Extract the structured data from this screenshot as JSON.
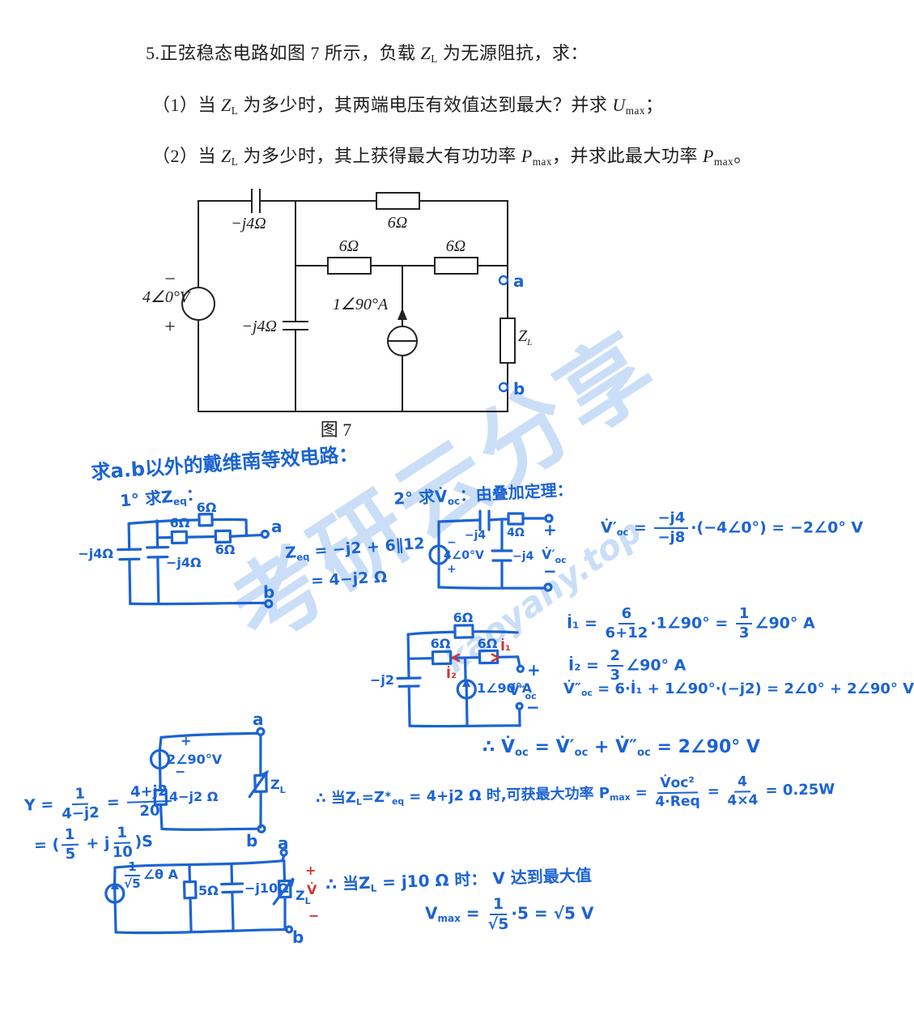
{
  "problem": {
    "line1": [
      {
        "k": "t",
        "v": "5.正弦稳态电路如图 7 所示，负载 "
      },
      {
        "k": "i",
        "v": "Z"
      },
      {
        "k": "sub",
        "v": "L"
      },
      {
        "k": "t",
        "v": " 为无源阻抗，求："
      }
    ],
    "line2": [
      {
        "k": "t",
        "v": "（1）当 "
      },
      {
        "k": "i",
        "v": "Z"
      },
      {
        "k": "sub",
        "v": "L"
      },
      {
        "k": "t",
        "v": " 为多少时，其两端电压有效值达到最大？并求 "
      },
      {
        "k": "i",
        "v": "U"
      },
      {
        "k": "sub",
        "v": "max"
      },
      {
        "k": "t",
        "v": "；"
      }
    ],
    "line3": [
      {
        "k": "t",
        "v": "（2）当 "
      },
      {
        "k": "i",
        "v": "Z"
      },
      {
        "k": "sub",
        "v": "L"
      },
      {
        "k": "t",
        "v": " 为多少时，其上获得最大有功功率 "
      },
      {
        "k": "i",
        "v": "P"
      },
      {
        "k": "sub",
        "v": "max"
      },
      {
        "k": "t",
        "v": "，并求此最大功率 "
      },
      {
        "k": "i",
        "v": "P"
      },
      {
        "k": "sub",
        "v": "max"
      },
      {
        "k": "t",
        "v": "。"
      }
    ]
  },
  "figure": {
    "caption": "图 7",
    "cap_top": "−j4Ω",
    "res_top": "6Ω",
    "res_mid_left": "6Ω",
    "res_mid_right": "6Ω",
    "cap_mid": "−j4Ω",
    "vsrc": "4∠0°V",
    "vsrc_minus": "−",
    "vsrc_plus": "+",
    "isrc": "1∠90°A",
    "zl_main": "Z",
    "zl_sub": "L",
    "term_a": "a",
    "term_b": "b"
  },
  "solution": {
    "heading": "求a.b以外的戴维南等效电路：",
    "step1": [
      {
        "k": "t",
        "v": "1° 求Z"
      },
      {
        "k": "sub",
        "v": "eq"
      },
      {
        "k": "t",
        "v": "："
      }
    ],
    "step2": [
      {
        "k": "t",
        "v": "2° 求V̇"
      },
      {
        "k": "sub",
        "v": "oc"
      },
      {
        "k": "t",
        "v": "：由叠加定理："
      }
    ],
    "sketchA": {
      "res_top": "6Ω",
      "res1": "6Ω",
      "res2": "6Ω",
      "cap1": "−j4Ω",
      "cap2": "−j4Ω",
      "a": "a",
      "b": "b"
    },
    "eq_zeq": [
      {
        "k": "t",
        "v": "Z"
      },
      {
        "k": "sub",
        "v": "eq"
      },
      {
        "k": "t",
        "v": " = −j2 + 6∥12"
      }
    ],
    "eq_zeq2": [
      {
        "k": "t",
        "v": "= 4−j2 Ω"
      }
    ],
    "sketchB": {
      "cap_series": "−j4",
      "res": "4Ω",
      "cap_shunt": "−j4",
      "src": "4∠0°V",
      "src_minus": "−",
      "src_plus": "+",
      "plus": "+",
      "minus": "−",
      "v_main": "V̇′",
      "v_sub": "oc"
    },
    "eq_voc1": [
      {
        "k": "t",
        "v": "V̇′"
      },
      {
        "k": "sub",
        "v": "oc"
      },
      {
        "k": "t",
        "v": " = "
      },
      {
        "k": "f",
        "n": "−j4",
        "d": "−j8"
      },
      {
        "k": "t",
        "v": "·(−4∠0°) = −2∠0° V"
      }
    ],
    "sketchC": {
      "res_top": "6Ω",
      "res1": "6Ω",
      "res2": "6Ω",
      "cap": "−j2",
      "isrc": "1∠90°A",
      "i1": "İ₁",
      "i2": "İ₂",
      "plus": "+",
      "minus": "−",
      "v_main": "V̇″",
      "v_sub": "oc"
    },
    "eq_i1": [
      {
        "k": "t",
        "v": "İ₁ = "
      },
      {
        "k": "f",
        "n": "6",
        "d": "6+12"
      },
      {
        "k": "t",
        "v": "·1∠90° = "
      },
      {
        "k": "f",
        "n": "1",
        "d": "3"
      },
      {
        "k": "t",
        "v": "∠90° A"
      }
    ],
    "eq_i2": [
      {
        "k": "t",
        "v": "İ₂ = "
      },
      {
        "k": "f",
        "n": "2",
        "d": "3"
      },
      {
        "k": "t",
        "v": "∠90° A"
      }
    ],
    "eq_voc2": [
      {
        "k": "t",
        "v": "V̇″"
      },
      {
        "k": "sub",
        "v": "oc"
      },
      {
        "k": "t",
        "v": " = 6·İ₁ + 1∠90°·(−j2) = 2∠0° + 2∠90° V"
      }
    ],
    "eq_voc_total": [
      {
        "k": "t",
        "v": "∴ V̇"
      },
      {
        "k": "sub",
        "v": "oc"
      },
      {
        "k": "t",
        "v": " = V̇′"
      },
      {
        "k": "sub",
        "v": "oc"
      },
      {
        "k": "t",
        "v": " + V̇″"
      },
      {
        "k": "sub",
        "v": "oc"
      },
      {
        "k": "t",
        "v": " = 2∠90° V"
      }
    ],
    "sketchD": {
      "src": "2∠90°V",
      "src_plus": "+",
      "src_minus": "−",
      "z": "4−j2 Ω",
      "zl_main": "Z",
      "zl_sub": "L",
      "a": "a",
      "b": "b"
    },
    "eq_y1": [
      {
        "k": "t",
        "v": "Y = "
      },
      {
        "k": "f",
        "n": "1",
        "d": "4−j2"
      },
      {
        "k": "t",
        "v": " = "
      },
      {
        "k": "f",
        "n": "4+j2",
        "d": "20"
      }
    ],
    "eq_y2": [
      {
        "k": "t",
        "v": "= ("
      },
      {
        "k": "f",
        "n": "1",
        "d": "5"
      },
      {
        "k": "t",
        "v": " + j"
      },
      {
        "k": "f",
        "n": "1",
        "d": "10"
      },
      {
        "k": "t",
        "v": ")S"
      }
    ],
    "eq_pmax": [
      {
        "k": "t",
        "v": "∴ 当Z"
      },
      {
        "k": "sub",
        "v": "L"
      },
      {
        "k": "t",
        "v": "=Z"
      },
      {
        "k": "sup",
        "v": "∗"
      },
      {
        "k": "sub",
        "v": "eq"
      },
      {
        "k": "t",
        "v": " = 4+j2 Ω 时,可获最大功率 P"
      },
      {
        "k": "sub",
        "v": "max"
      },
      {
        "k": "t",
        "v": " = "
      },
      {
        "k": "f",
        "n": "V̇oc²",
        "d": "4·Req"
      },
      {
        "k": "t",
        "v": " = "
      },
      {
        "k": "f",
        "n": "4",
        "d": "4×4"
      },
      {
        "k": "t",
        "v": " = 0.25W"
      }
    ],
    "sketchE": {
      "res": "5Ω",
      "cap": "−j10Ω",
      "zl_main": "Z",
      "zl_sub": "L",
      "plus": "+",
      "v": "V̇",
      "minus": "−",
      "a": "a",
      "b": "b"
    },
    "eq_isrc": [
      {
        "k": "f",
        "n": "1",
        "d": "√5"
      },
      {
        "k": "t",
        "v": "∠θ A"
      }
    ],
    "eq_zlmax": [
      {
        "k": "t",
        "v": "∴ 当Z"
      },
      {
        "k": "sub",
        "v": "L"
      },
      {
        "k": "t",
        "v": " = j10 Ω 时： V 达到最大值"
      }
    ],
    "eq_vmax": [
      {
        "k": "t",
        "v": "V"
      },
      {
        "k": "sub",
        "v": "max"
      },
      {
        "k": "t",
        "v": " = "
      },
      {
        "k": "f",
        "n": "1",
        "d": "√5"
      },
      {
        "k": "t",
        "v": "·5 = √5 V"
      }
    ]
  },
  "watermark": {
    "cn": "考研云分享",
    "url": "kaoyany.top"
  },
  "colors": {
    "ink": "#1b63d4",
    "red": "#d23535",
    "print": "#1d1d1d",
    "watermark": "#9ec3ef"
  }
}
